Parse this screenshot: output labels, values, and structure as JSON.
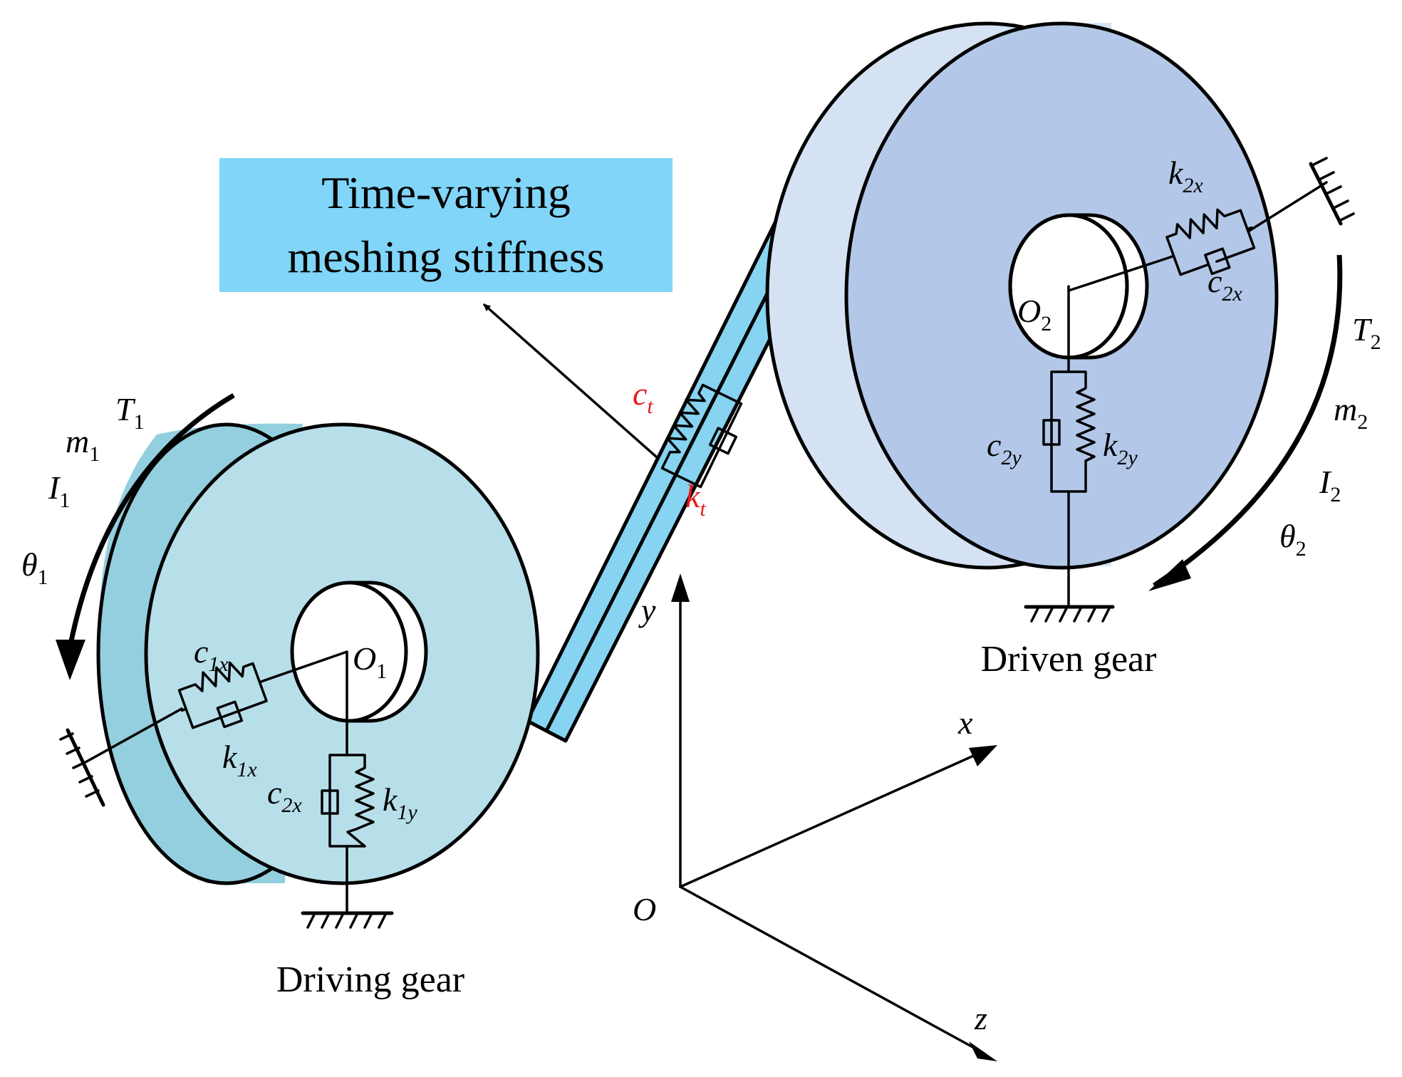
{
  "banner": {
    "line1": "Time-varying",
    "line2": "meshing stiffness",
    "fill": "#80d5f8"
  },
  "colors": {
    "driving_gear_face": "#b7dfe9",
    "driving_gear_side": "#93cfdf",
    "driven_gear_face": "#b3c8e8",
    "driven_gear_side": "#d5e2f3",
    "mesh_band": "#86d3f2",
    "red_label": "#e8191a"
  },
  "captions": {
    "driving": "Driving gear",
    "driven": "Driven gear"
  },
  "driving_gear": {
    "torque": {
      "base": "T",
      "sub": "1"
    },
    "mass": {
      "base": "m",
      "sub": "1"
    },
    "inertia": {
      "base": "I",
      "sub": "1"
    },
    "rotation": {
      "base": "θ",
      "sub": "1"
    },
    "center": {
      "base": "O",
      "sub": "1"
    },
    "damper_x": {
      "base": "c",
      "sub": "1x"
    },
    "spring_x": {
      "base": "k",
      "sub": "1x"
    },
    "damper_y": {
      "base": "c",
      "sub": "2x"
    },
    "spring_y": {
      "base": "k",
      "sub": "1y"
    }
  },
  "driven_gear": {
    "torque": {
      "base": "T",
      "sub": "2"
    },
    "mass": {
      "base": "m",
      "sub": "2"
    },
    "inertia": {
      "base": "I",
      "sub": "2"
    },
    "rotation": {
      "base": "θ",
      "sub": "2"
    },
    "center": {
      "base": "O",
      "sub": "2"
    },
    "spring_x": {
      "base": "k",
      "sub": "2x"
    },
    "damper_x": {
      "base": "c",
      "sub": "2x"
    },
    "damper_y": {
      "base": "c",
      "sub": "2y"
    },
    "spring_y": {
      "base": "k",
      "sub": "2y"
    }
  },
  "mesh": {
    "damper": {
      "base": "c",
      "sub": "t"
    },
    "spring": {
      "base": "k",
      "sub": "t"
    }
  },
  "axes": {
    "origin": "O",
    "x": "x",
    "y": "y",
    "z": "z"
  }
}
